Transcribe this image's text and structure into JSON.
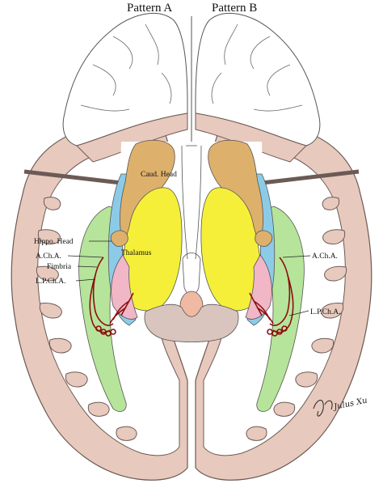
{
  "titles": {
    "left": "Pattern  A",
    "right": "Pattern B"
  },
  "labels": {
    "caud_head": "Caud. Head",
    "thalamus": "Thalamus",
    "hippo_head": "Hippo. Head",
    "acha_left": "A.Ch.A.",
    "fimbria": "Fimbria",
    "lpcha_left": "L.P.Ch.A.",
    "acha_right": "A.Ch.A.",
    "lpcha_right": "L.P.Ch.A."
  },
  "signature": "Julus Xu",
  "colors": {
    "cortex": "#e8c9bd",
    "cortex_outline": "#6b5a55",
    "white_matter": "#ffffff",
    "caudate": "#ddb06c",
    "thalamus": "#f5ef3a",
    "ventricle": "#8ccbe8",
    "hippocampus": "#b6e49a",
    "choroid_plexus": "#f1b7c6",
    "midbrain": "#d9c5bd",
    "artery": "#8b0f0f"
  }
}
